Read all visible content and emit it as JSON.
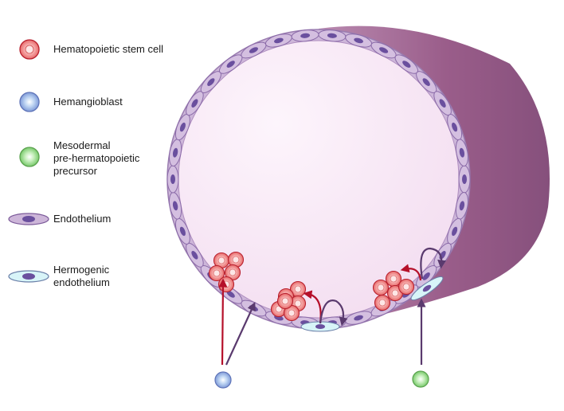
{
  "legend": {
    "hsc": "Hematopoietic stem cell",
    "hemangioblast": "Hemangioblast",
    "mesodermal": [
      "Mesodermal",
      "pre-hermatopoietic",
      "precursor"
    ],
    "endothelium": "Endothelium",
    "hemogenic": [
      "Hermogenic",
      "endothelium"
    ]
  },
  "colors": {
    "hsc_fill": "#f08c8c",
    "hsc_stroke": "#b8202e",
    "hemangioblast_fill": "#9fb4e6",
    "mesodermal_fill": "#9ad88a",
    "endothelium_fill": "#cdb6d9",
    "endothelium_nucleus": "#6a4f9e",
    "hemogenic_fill": "#d8f4f8",
    "vessel_outer": "#9b5b8c",
    "lumen": "#fbeef9",
    "red_arrow": "#b5102a",
    "purple_arrow": "#5a3a6e"
  },
  "icons": [
    "hsc-icon",
    "hemangioblast-icon",
    "mesodermal-icon",
    "endothelium-icon",
    "hemogenic-endothelium-icon"
  ]
}
